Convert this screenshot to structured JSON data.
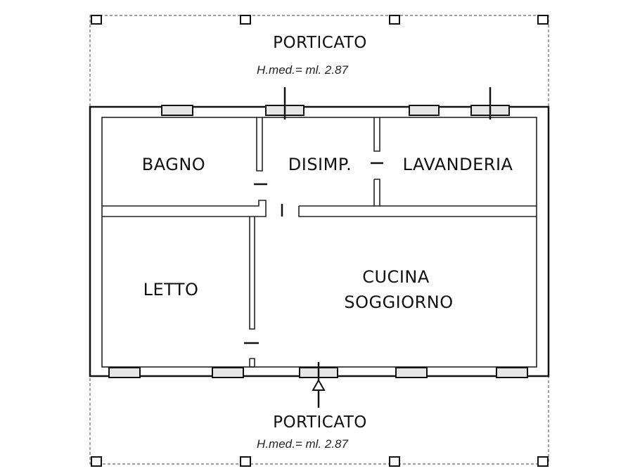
{
  "porches": {
    "top": {
      "label": "PORTICATO",
      "height_note": "H.med.= ml. 2.87"
    },
    "bottom": {
      "label": "PORTICATO",
      "height_note": "H.med.= ml. 2.87"
    }
  },
  "rooms": {
    "bagno": {
      "label": "BAGNO"
    },
    "disimpegno": {
      "label": "DISIMP."
    },
    "lavanderia": {
      "label": "LAVANDERIA"
    },
    "letto": {
      "label": "LETTO"
    },
    "cucina": {
      "line1": "CUCINA",
      "line2": "SOGGIORNO"
    }
  }
}
